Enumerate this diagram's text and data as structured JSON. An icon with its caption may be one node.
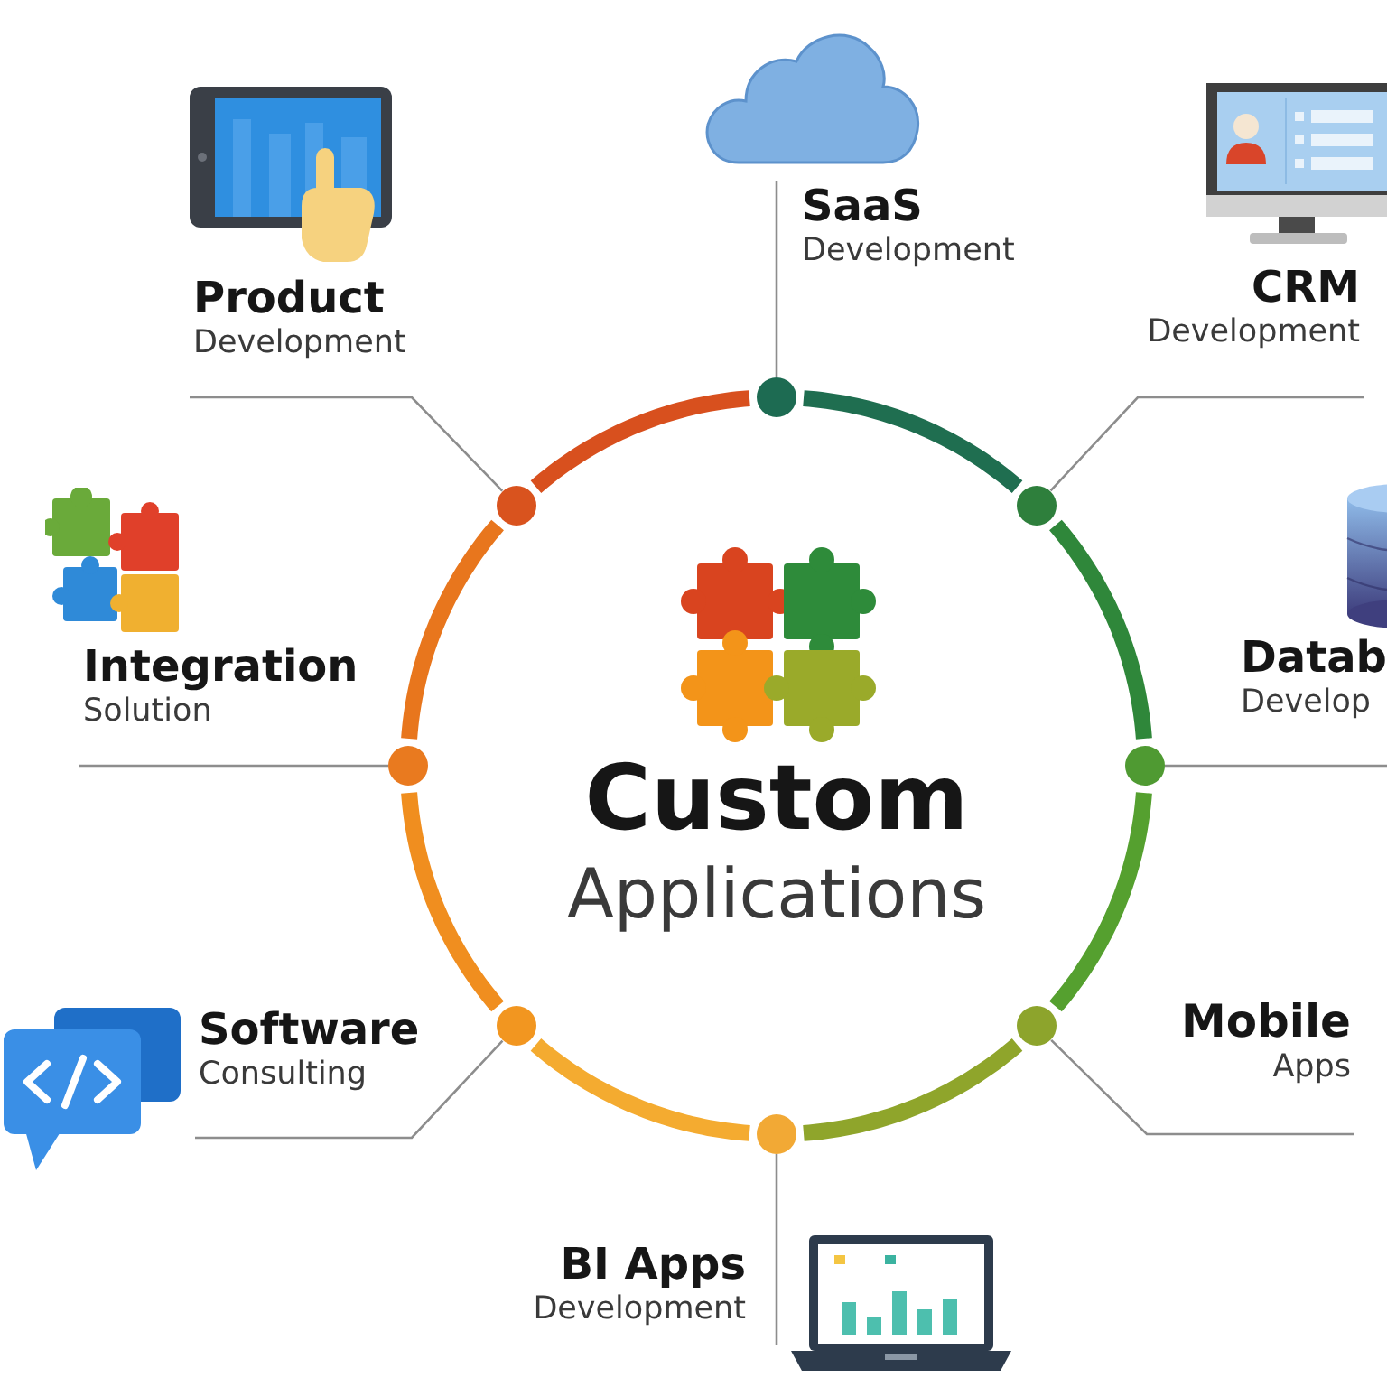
{
  "diagram": {
    "nodes": [
      {
        "text": [
          "SaaS",
          "Development"
        ]
      },
      {
        "text": [
          "Product",
          "Development"
        ]
      },
      {
        "text": [
          "CRM",
          "Development"
        ]
      },
      {
        "text": [
          "Integration",
          "Solution"
        ]
      },
      {
        "text": [
          "Datab",
          "Develop"
        ]
      },
      {
        "text": [
          "Custom",
          "Applications"
        ]
      },
      {
        "text": [
          "Software",
          "Consulting"
        ]
      },
      {
        "text": [
          "Mobile",
          "Apps"
        ]
      },
      {
        "text": [
          "BI Apps",
          "Development"
        ]
      },
      {
        "text": [],
        "shape": "circle"
      },
      {
        "text": [],
        "shape": "circle"
      },
      {
        "text": [],
        "shape": "circle"
      },
      {
        "text": [],
        "shape": "circle"
      },
      {
        "text": [],
        "shape": "circle"
      },
      {
        "text": [],
        "shape": "circle"
      },
      {
        "text": [],
        "shape": "circle"
      },
      {
        "text": [],
        "shape": "circle"
      }
    ],
    "edges": [
      {
        "from": 0,
        "to": 9,
        "arrow": "none"
      },
      {
        "from": 1,
        "to": 16,
        "arrow": "none"
      },
      {
        "from": 2,
        "to": 10,
        "arrow": "none"
      },
      {
        "from": 3,
        "to": 15,
        "arrow": "none"
      },
      {
        "from": 4,
        "to": 11,
        "arrow": "none"
      },
      {
        "from": 6,
        "to": 14,
        "arrow": "none"
      },
      {
        "from": 7,
        "to": 12,
        "arrow": "none"
      },
      {
        "from": 8,
        "to": 13,
        "arrow": "none"
      },
      {
        "from": 9,
        "to": 10,
        "arrow": "none",
        "style": "thick",
        "color": "#1f6e50"
      },
      {
        "from": 10,
        "to": 11,
        "arrow": "none",
        "style": "thick",
        "color": "#2f873a"
      },
      {
        "from": 11,
        "to": 12,
        "arrow": "none",
        "style": "thick",
        "color": "#55a02f"
      },
      {
        "from": 12,
        "to": 13,
        "arrow": "none",
        "style": "thick",
        "color": "#8fa52b"
      },
      {
        "from": 13,
        "to": 14,
        "arrow": "none",
        "style": "thick",
        "color": "#f4ab30"
      },
      {
        "from": 14,
        "to": 15,
        "arrow": "none",
        "style": "thick",
        "color": "#f08e1f"
      },
      {
        "from": 15,
        "to": 16,
        "arrow": "none",
        "style": "thick",
        "color": "#e8761d"
      },
      {
        "from": 16,
        "to": 9,
        "arrow": "none",
        "style": "thick",
        "color": "#d8501e"
      }
    ]
  }
}
